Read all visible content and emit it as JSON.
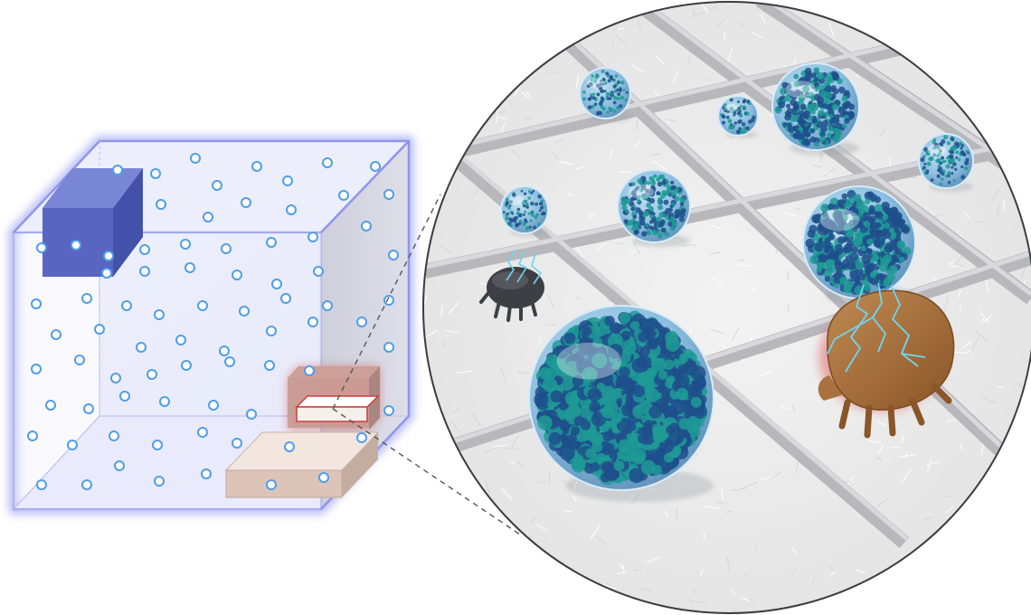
{
  "figure": {
    "left_panel": {
      "subject": "room",
      "elements": [
        "wall-mounted-unit",
        "bed",
        "mattress-hotspot",
        "airborne-particles"
      ]
    },
    "right_panel": {
      "subject": "magnified-mattress-fiber-mesh",
      "elements": [
        "nanoparticle-clusters",
        "dust-mites",
        "electric-discharge"
      ]
    },
    "colors": {
      "room_fill": "#e9ebfb",
      "room_edge": "#8f96ea",
      "wall_unit": "#5866c2",
      "particle": "#4f9ee8",
      "bed": "#e8d8d0",
      "hotspot": "#c9403f",
      "cluster_dark": "#1f4f8c",
      "cluster_teal": "#1f9a95",
      "mite_brown": "#a9713d",
      "mite_dark": "#3d3f44",
      "spark": "#6fd6f2"
    }
  }
}
